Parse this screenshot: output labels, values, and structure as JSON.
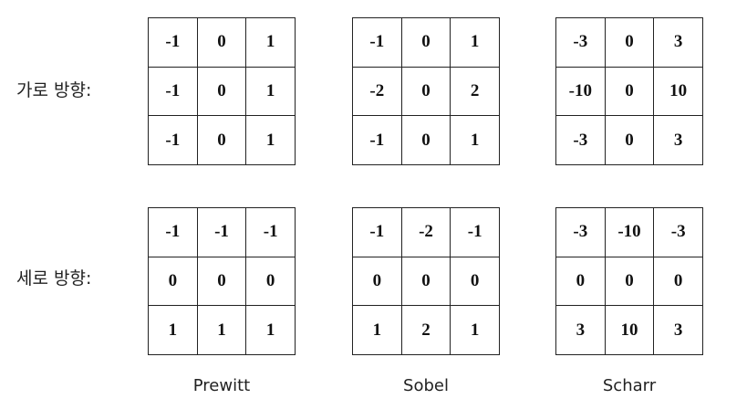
{
  "row_labels": {
    "horizontal": "가로 방향:",
    "vertical": "세로 방향:"
  },
  "operators": [
    {
      "name": "Prewitt",
      "horizontal": [
        [
          "-1",
          "0",
          "1"
        ],
        [
          "-1",
          "0",
          "1"
        ],
        [
          "-1",
          "0",
          "1"
        ]
      ],
      "vertical": [
        [
          "-1",
          "-1",
          "-1"
        ],
        [
          "0",
          "0",
          "0"
        ],
        [
          "1",
          "1",
          "1"
        ]
      ]
    },
    {
      "name": "Sobel",
      "horizontal": [
        [
          "-1",
          "0",
          "1"
        ],
        [
          "-2",
          "0",
          "2"
        ],
        [
          "-1",
          "0",
          "1"
        ]
      ],
      "vertical": [
        [
          "-1",
          "-2",
          "-1"
        ],
        [
          "0",
          "0",
          "0"
        ],
        [
          "1",
          "2",
          "1"
        ]
      ]
    },
    {
      "name": "Scharr",
      "horizontal": [
        [
          "-3",
          "0",
          "3"
        ],
        [
          "-10",
          "0",
          "10"
        ],
        [
          "-3",
          "0",
          "3"
        ]
      ],
      "vertical": [
        [
          "-3",
          "-10",
          "-3"
        ],
        [
          "0",
          "0",
          "0"
        ],
        [
          "3",
          "10",
          "3"
        ]
      ]
    }
  ]
}
